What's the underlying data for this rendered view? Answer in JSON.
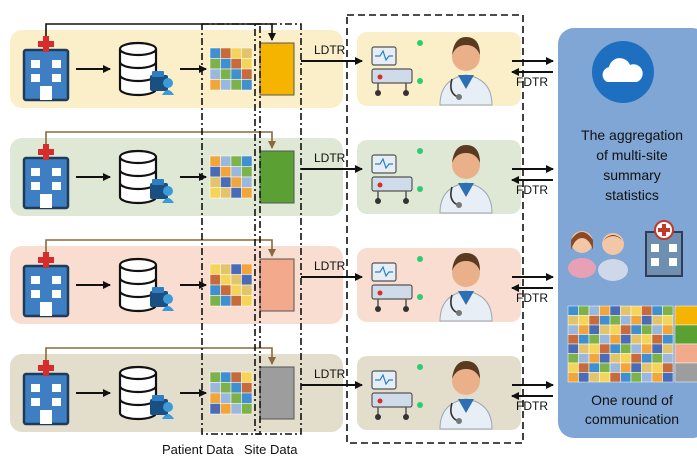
{
  "rows": [
    {
      "id": "site-1",
      "band_color": "#fbefc9",
      "summary_color": "#f5b400",
      "ldtr": "LDTR",
      "fdtr": "FDTR"
    },
    {
      "id": "site-2",
      "band_color": "#dfe8d4",
      "summary_color": "#5ba032",
      "ldtr": "LDTR",
      "fdtr": "FDTR"
    },
    {
      "id": "site-3",
      "band_color": "#f8ddd0",
      "summary_color": "#f2a98c",
      "ldtr": "LDTR",
      "fdtr": "FDTR"
    },
    {
      "id": "site-4",
      "band_color": "#e3ddcc",
      "summary_color": "#9d9d9d",
      "ldtr": "LDTR",
      "fdtr": "FDTR"
    }
  ],
  "labels": {
    "patient_data": "Patient Data",
    "site_data": "Site Data"
  },
  "right_panel": {
    "color": "#7fa6d4",
    "aggregation_lines": [
      "The aggregation",
      "of multi-site",
      "summary",
      "statistics"
    ],
    "communication_lines": [
      "One round of",
      "communication"
    ]
  },
  "grid_palette": [
    "#3f8fd1",
    "#f2a63a",
    "#f5d45a",
    "#7db24a",
    "#4a6bb5",
    "#c86b3a",
    "#9ab8dd",
    "#e4c46a"
  ],
  "mosaic_side_colors": [
    "#f5b400",
    "#5ba032",
    "#f2a98c",
    "#9d9d9d"
  ]
}
